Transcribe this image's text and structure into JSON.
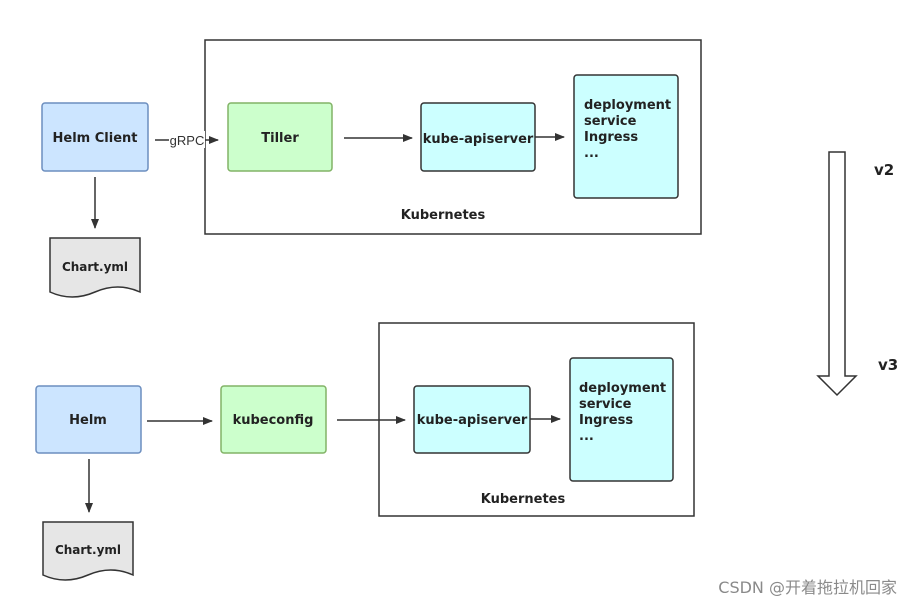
{
  "v2": {
    "helm_client": "Helm Client",
    "grpc": "gRPC",
    "tiller": "Tiller",
    "apiserver": "kube-apiserver",
    "resources": [
      "deployment",
      "service",
      "Ingress",
      "..."
    ],
    "kubernetes": "Kubernetes",
    "chart": "Chart.yml"
  },
  "v3": {
    "helm": "Helm",
    "kubeconfig": "kubeconfig",
    "apiserver": "kube-apiserver",
    "resources": [
      "deployment",
      "service",
      "Ingress",
      "..."
    ],
    "kubernetes": "Kubernetes",
    "chart": "Chart.yml"
  },
  "versions": {
    "top": "v2",
    "bottom": "v3"
  },
  "watermark": "CSDN @开着拖拉机回家",
  "colors": {
    "helm_fill": "#cce5ff",
    "helm_stroke": "#6c8ebf",
    "green_fill": "#ccffcc",
    "green_stroke": "#82b366",
    "cyan_fill": "#ccffff",
    "doc_fill": "#e6e6e6"
  }
}
